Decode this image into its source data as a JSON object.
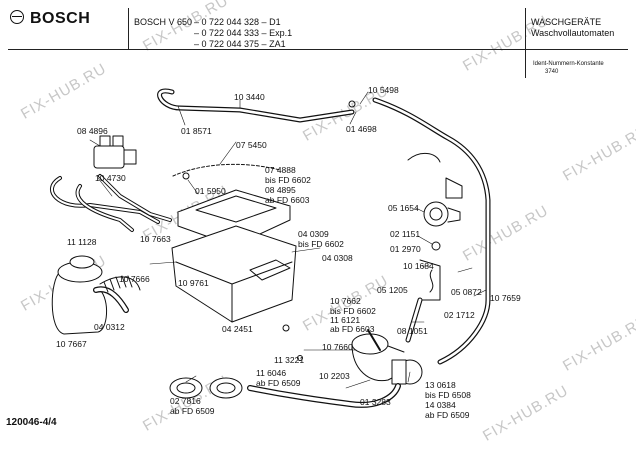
{
  "brand": {
    "name": "BOSCH"
  },
  "header": {
    "model": "BOSCH  V 650",
    "numbers": [
      "– 0 722 044 328 – D1",
      "– 0 722 044 333 – Exp.1",
      "– 0 722 044 375 – ZA1"
    ],
    "category_title": "WASCHGERÄTE",
    "category_subtitle": "Waschvollautomaten",
    "ident_label": "Ident-Nummern-Konstante",
    "ident_value": "3740"
  },
  "footer": {
    "drawing_id": "120046-4/4"
  },
  "watermarks": [
    "FIX-HUB.RU"
  ],
  "part_labels": [
    "10 3440",
    "01 8571",
    "10 5498",
    "01 4698",
    "08 4896",
    "07 5450",
    "10 4730",
    "01 5950",
    "07 4888",
    "bis FD 6602",
    "08 4895",
    "ab FD 6603",
    "05 1654",
    "11 1128",
    "10 7663",
    "04 0309",
    "bis FD 6602",
    "04 0308",
    "02 1151",
    "01 2970",
    "10 1684",
    "05 1205",
    "05 0872",
    "02 1712",
    "10 7659",
    "10 7666",
    "10 9761",
    "10 7662",
    "bis FD 6602",
    "11 6121",
    "ab FD 6603",
    "04 0312",
    "10 7667",
    "04 2451",
    "08 1051",
    "10 7660",
    "11 3221",
    "11 6046",
    "ab FD 6509",
    "10 2203",
    "02 7816",
    "ab FD 6509",
    "01 3283",
    "13 0618",
    "bis FD 6508",
    "14 0384",
    "ab FD 6509"
  ]
}
